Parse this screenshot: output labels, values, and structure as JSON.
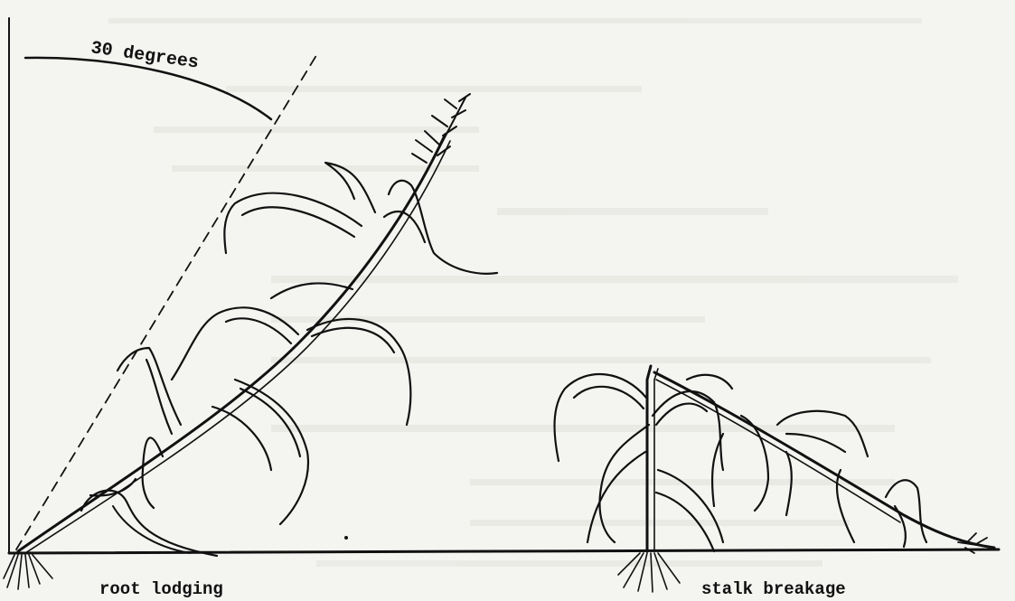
{
  "diagram": {
    "angle_label": "30 degrees",
    "left_label": "root lodging",
    "right_label": "stalk breakage"
  },
  "colors": {
    "ink": "#111111",
    "paper": "#f4f4f1",
    "bleed_through": "#d9d9d4"
  }
}
